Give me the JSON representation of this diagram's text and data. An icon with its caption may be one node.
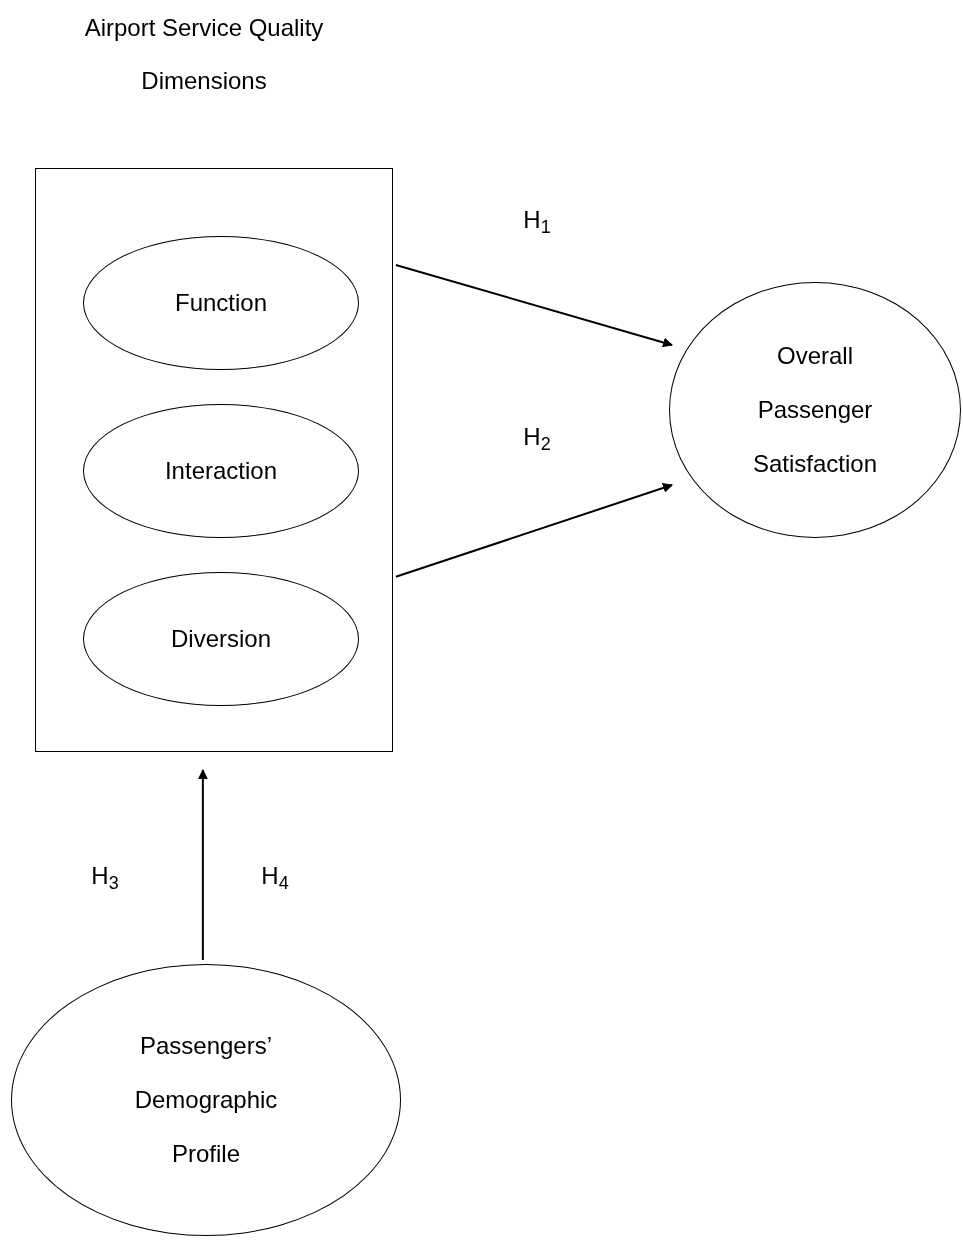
{
  "diagram": {
    "nodes": [
      {
        "text": [
          "Airport Service Quality Dimensions"
        ]
      },
      {
        "text": [
          "Function"
        ],
        "in": 0
      },
      {
        "text": [
          "Interaction"
        ],
        "in": 0
      },
      {
        "text": [
          "Diversion"
        ],
        "in": 0
      },
      {
        "text": [
          "Overall Passenger Satisfaction"
        ]
      },
      {
        "text": [
          "Passengers’ Demographic Profile"
        ]
      }
    ],
    "edges": [
      {
        "from": 0,
        "to": 4,
        "arrow": "to",
        "label": "H$_{1}$"
      },
      {
        "from": 0,
        "to": 4,
        "arrow": "to",
        "label": "H$_{2}$"
      },
      {
        "from": 5,
        "to": 0,
        "arrow": "to"
      }
    ],
    "labels": [
      "H$_{3}$",
      "H$_{4}$"
    ]
  }
}
